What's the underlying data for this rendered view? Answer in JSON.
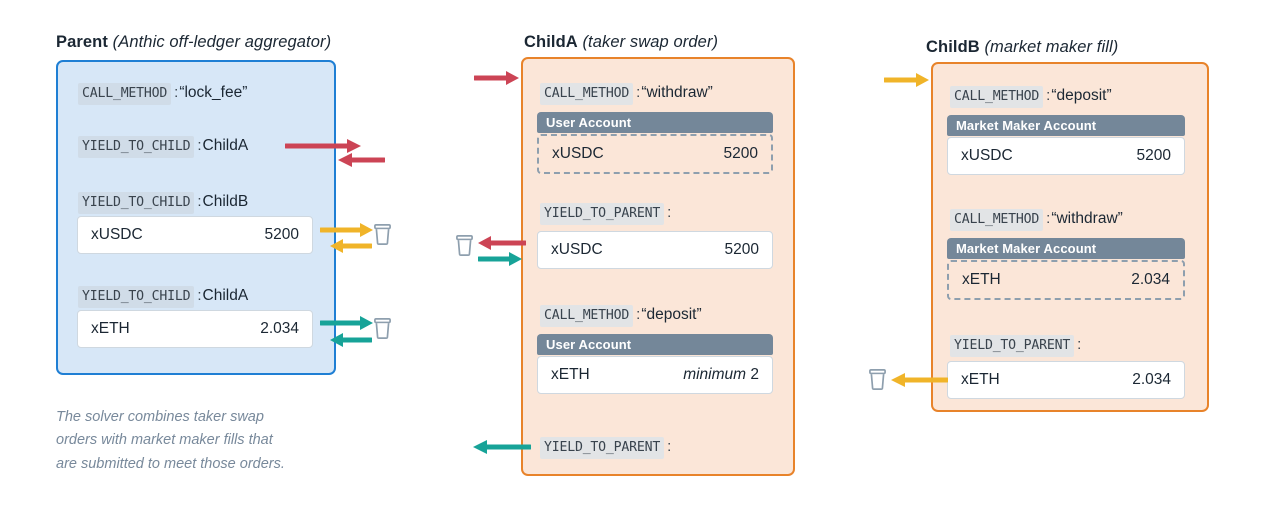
{
  "colors": {
    "parent_fill": "#d7e7f7",
    "parent_border": "#1f7fd4",
    "child_fill": "#fbe6d8",
    "child_border": "#e8832a",
    "account_bar": "#748799",
    "arrow_red": "#cc4455",
    "arrow_yellow": "#f0b429",
    "arrow_teal": "#17a398",
    "bucket_outline": "#8e9fae",
    "keyword_bg": "#e2e4e6",
    "caption_text": "#78899b"
  },
  "columns": [
    {
      "id": "parent",
      "name_bold": "Parent",
      "name_italic": "(Anthic off-ledger aggregator)"
    },
    {
      "id": "childA",
      "name_bold": "ChildA",
      "name_italic": "(taker swap order)"
    },
    {
      "id": "childB",
      "name_bold": "ChildB",
      "name_italic": "(market maker fill)"
    }
  ],
  "parent": {
    "rows": [
      {
        "keyword": "CALL_METHOD",
        "sep": ":",
        "value": "“lock_fee”"
      },
      {
        "keyword": "YIELD_TO_CHILD",
        "sep": ":",
        "value": "ChildA"
      },
      {
        "keyword": "YIELD_TO_CHILD",
        "sep": ":",
        "value": "ChildB"
      },
      {
        "keyword": "YIELD_TO_CHILD",
        "sep": ":",
        "value": "ChildA"
      }
    ],
    "resources": [
      {
        "symbol": "xUSDC",
        "amount": "5200"
      },
      {
        "symbol": "xETH",
        "amount": "2.034"
      }
    ]
  },
  "childA": {
    "rows": [
      {
        "keyword": "CALL_METHOD",
        "sep": ":",
        "value": "“withdraw”"
      },
      {
        "keyword": "YIELD_TO_PARENT",
        "sep": ":",
        "value": ""
      },
      {
        "keyword": "CALL_METHOD",
        "sep": ":",
        "value": "“deposit”"
      },
      {
        "keyword": "YIELD_TO_PARENT",
        "sep": ":",
        "value": ""
      }
    ],
    "accounts": [
      {
        "label": "User Account"
      },
      {
        "label": "User Account"
      }
    ],
    "resources": [
      {
        "symbol": "xUSDC",
        "amount": "5200",
        "style": "dashed"
      },
      {
        "symbol": "xUSDC",
        "amount": "5200",
        "style": "solid"
      },
      {
        "symbol": "xETH",
        "amount_prefix": "minimum",
        "amount": "2",
        "style": "solid"
      }
    ]
  },
  "childB": {
    "rows": [
      {
        "keyword": "CALL_METHOD",
        "sep": ":",
        "value": "“deposit”"
      },
      {
        "keyword": "CALL_METHOD",
        "sep": ":",
        "value": "“withdraw”"
      },
      {
        "keyword": "YIELD_TO_PARENT",
        "sep": ":",
        "value": ""
      }
    ],
    "accounts": [
      {
        "label": "Market Maker Account"
      },
      {
        "label": "Market Maker Account"
      }
    ],
    "resources": [
      {
        "symbol": "xUSDC",
        "amount": "5200",
        "style": "solid"
      },
      {
        "symbol": "xETH",
        "amount": "2.034",
        "style": "dashed"
      },
      {
        "symbol": "xETH",
        "amount": "2.034",
        "style": "solid"
      }
    ]
  },
  "caption": {
    "text": "The solver combines taker swap\norders with market maker fills that\nare submitted to meet those orders."
  },
  "icons": {
    "bucket": "bucket-icon",
    "arrow_right": "arrow-right-icon",
    "arrow_left": "arrow-left-icon"
  }
}
